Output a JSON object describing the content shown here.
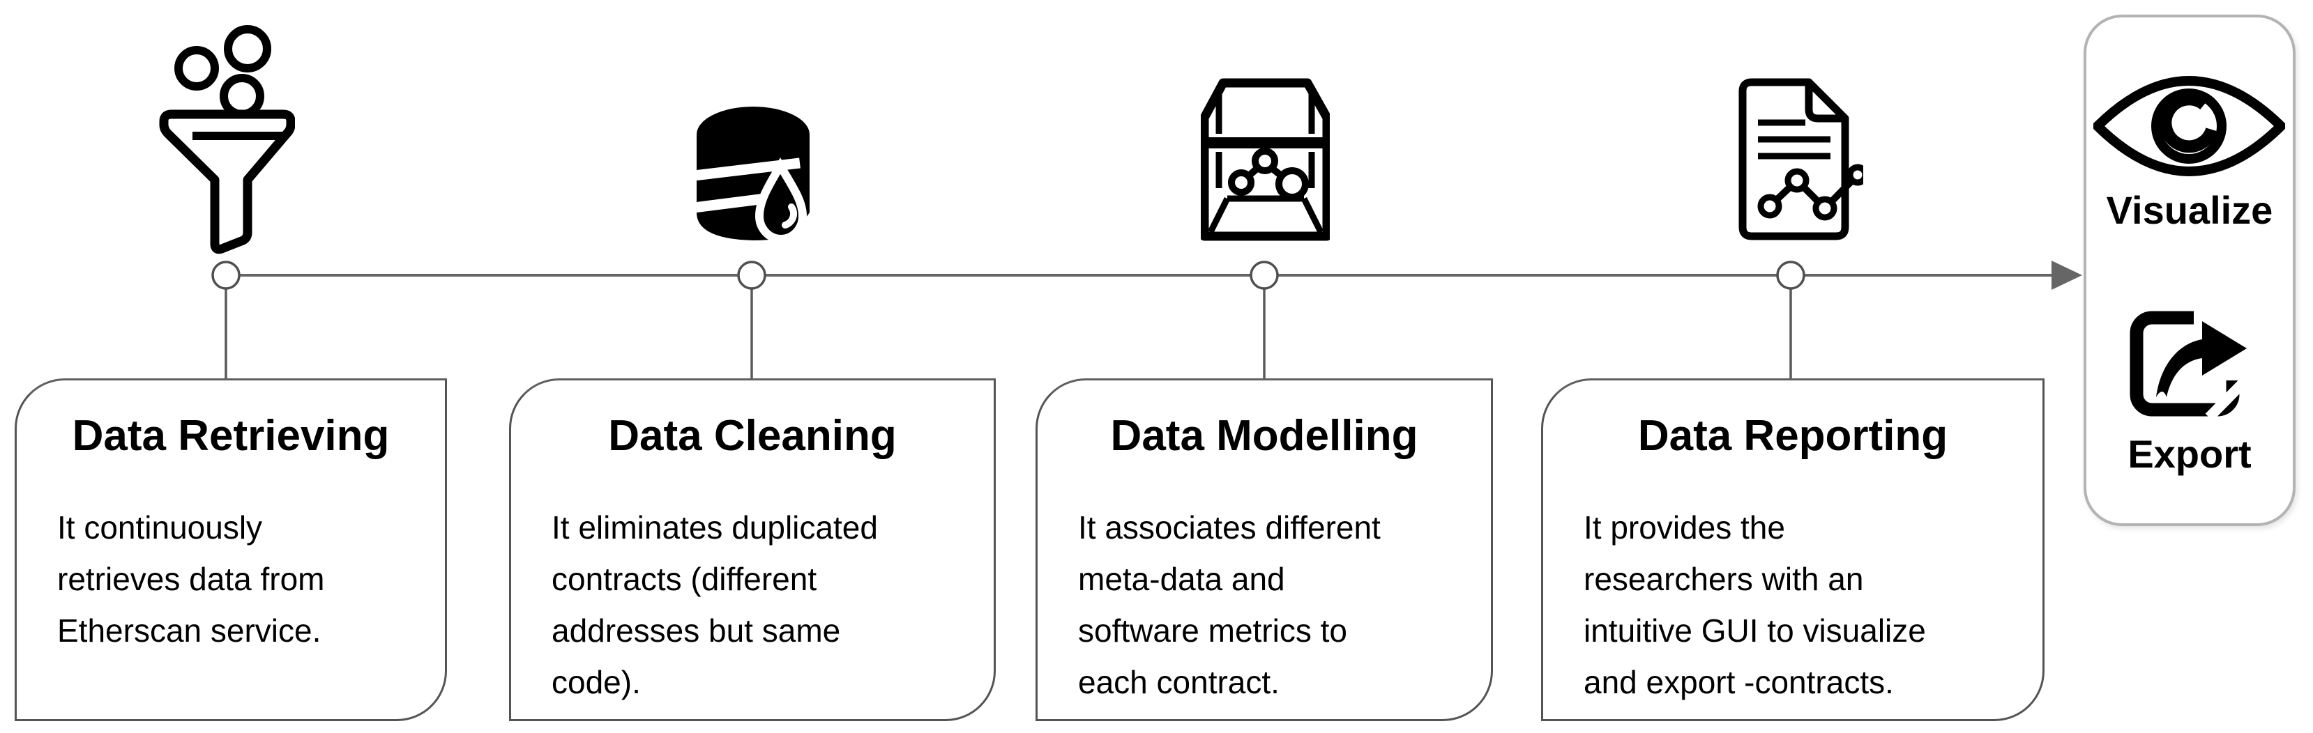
{
  "stages": [
    {
      "title": "Data Retrieving",
      "description": "It continuously\nretrieves data from\nEtherscan service.",
      "icon": "funnel-bubbles-icon"
    },
    {
      "title": "Data Cleaning",
      "description": "It eliminates duplicated\ncontracts (different\naddresses but same\ncode).",
      "icon": "database-droplet-icon"
    },
    {
      "title": "Data Modelling",
      "description": "It associates different\nmeta-data and\nsoftware metrics to\neach contract.",
      "icon": "cube-network-icon"
    },
    {
      "title": "Data Reporting",
      "description": "It provides the\nresearchers with an\nintuitive GUI to visualize\nand export -contracts.",
      "icon": "document-chart-icon"
    }
  ],
  "outputs": {
    "visualize_label": "Visualize",
    "export_label": "Export"
  },
  "colors": {
    "icon": "#000000",
    "timeline": "#666666",
    "card_border": "#545454",
    "panel_border": "#b3b3b3"
  }
}
